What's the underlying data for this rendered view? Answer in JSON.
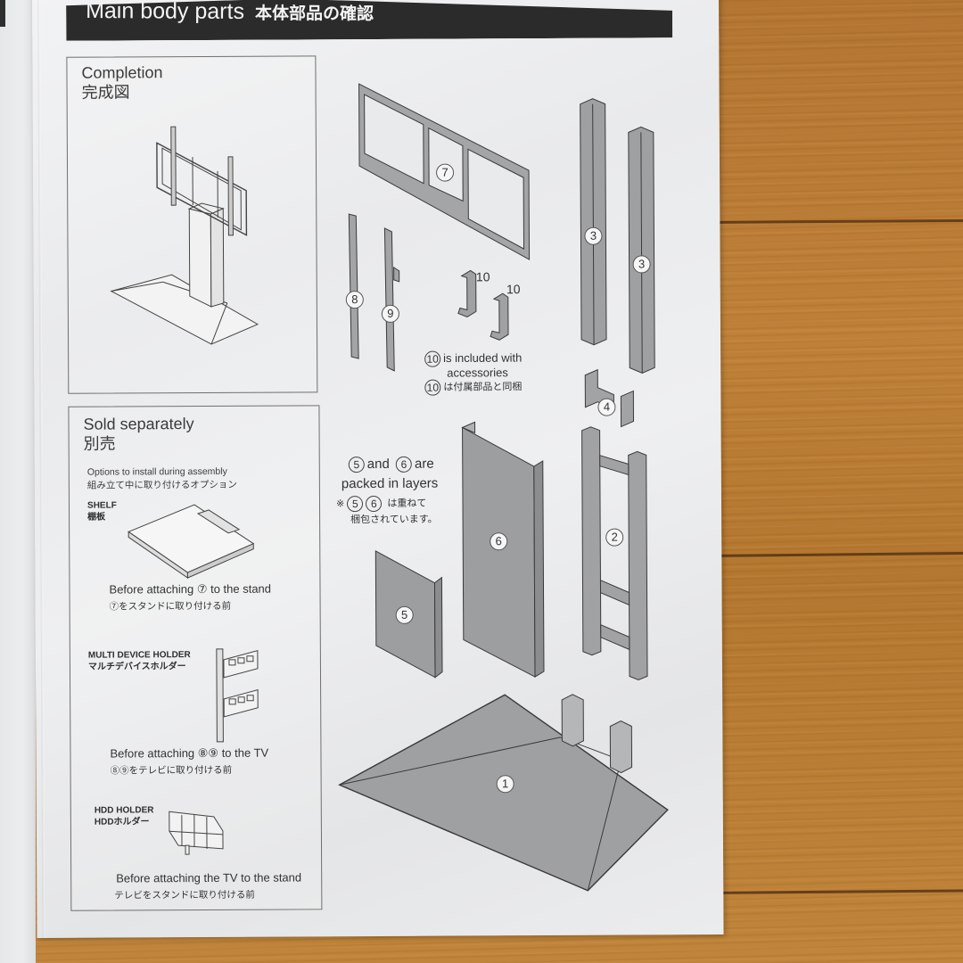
{
  "header": {
    "title_en": "Main body parts",
    "title_jp": "本体部品の確認"
  },
  "completion": {
    "title_en": "Completion",
    "title_jp": "完成図"
  },
  "sold_separately": {
    "title_en": "Sold separately",
    "title_jp": "別売",
    "subtitle_en": "Options to install during assembly",
    "subtitle_jp": "組み立て中に取り付けるオプション",
    "options": [
      {
        "name_en": "SHELF",
        "name_jp": "棚板",
        "note_en": "Before attaching ⑦ to the stand",
        "note_jp": "⑦をスタンドに取り付ける前"
      },
      {
        "name_en": "MULTI DEVICE HOLDER",
        "name_jp": "マルチデバイスホルダー",
        "note_en": "Before attaching ⑧⑨ to the TV",
        "note_jp": "⑧⑨をテレビに取り付ける前"
      },
      {
        "name_en": "HDD HOLDER",
        "name_jp": "HDDホルダー",
        "note_en": "Before attaching the TV to the stand",
        "note_jp": "テレビをスタンドに取り付ける前"
      }
    ]
  },
  "parts": {
    "p1": "1",
    "p2": "2",
    "p3a": "3",
    "p3b": "3",
    "p4": "4",
    "p5": "5",
    "p6": "6",
    "p7": "7",
    "p8": "8",
    "p9": "9",
    "p10a": "10",
    "p10b": "10"
  },
  "notes": {
    "accessories_num": "10",
    "accessories_en_1": "is included with",
    "accessories_en_2": "accessories",
    "accessories_jp": "は付属部品と同梱",
    "layers_line1_a": "5",
    "layers_line1_and": "and",
    "layers_line1_b": "6",
    "layers_line1_are": "are",
    "layers_line2": "packed in layers",
    "layers_jp_mark": "※",
    "layers_jp_a": "5",
    "layers_jp_b": "6",
    "layers_jp_1": "は重ねて",
    "layers_jp_2": "梱包されています。"
  },
  "colors": {
    "header_bar": "#2b2b2c",
    "paper": "#ebeced",
    "part_fill": "#9b9c9e",
    "wood": "#b9792f"
  }
}
